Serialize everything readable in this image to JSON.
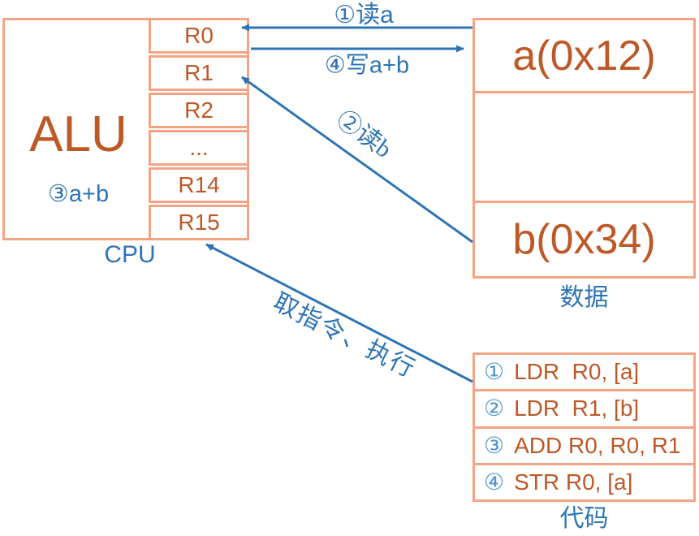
{
  "colors": {
    "box_border": "#F4A484",
    "component_text": "#BD5827",
    "accent_blue": "#2E74B5",
    "step_number_blue": "#4E95CE"
  },
  "cpu": {
    "alu_label": "ALU",
    "alu_step": "③a+b",
    "registers": [
      "R0",
      "R1",
      "R2",
      "...",
      "R14",
      "R15"
    ],
    "caption": "CPU"
  },
  "memory": {
    "cells": [
      "a(0x12)",
      "",
      "b(0x34)"
    ],
    "caption": "数据"
  },
  "code": {
    "rows": [
      {
        "num": "①",
        "text": "LDR  R0, [a]"
      },
      {
        "num": "②",
        "text": "LDR  R1, [b]"
      },
      {
        "num": "③",
        "text": "ADD R0, R0, R1"
      },
      {
        "num": "④",
        "text": "STR R0, [a]"
      }
    ],
    "caption": "代码"
  },
  "arrows": [
    {
      "label": "①读a"
    },
    {
      "label": "④写a+b"
    },
    {
      "label": "②读b"
    },
    {
      "label": "取指令、执行"
    }
  ]
}
